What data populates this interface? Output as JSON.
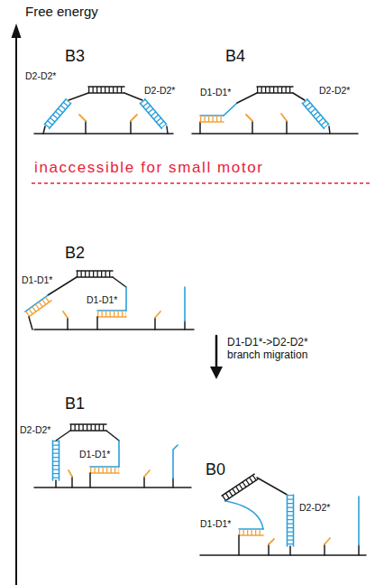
{
  "diagram": {
    "labels": [
      "Free energy",
      "B3",
      "B4",
      "D2-D2*",
      "D2-D2*",
      "D1-D1*",
      "D2-D2*",
      "inaccessible for small motor",
      "B2",
      "D1-D1*",
      "D1-D1*",
      "D1-D1*->D2-D2* branch migration",
      "B1",
      "D2-D2*",
      "D1-D1*",
      "B0",
      "D1-D1*",
      "D2-D2*"
    ]
  }
}
